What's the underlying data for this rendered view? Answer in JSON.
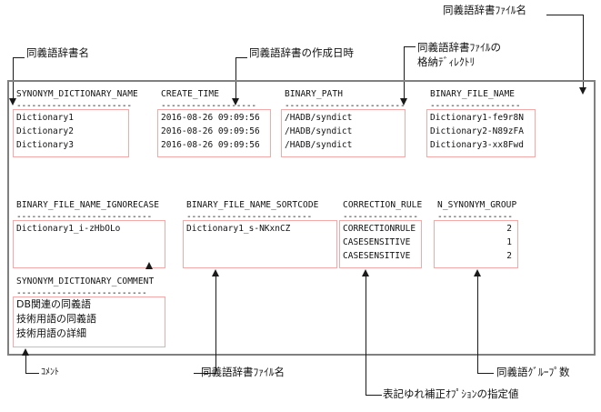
{
  "figure": {
    "kind": "annotated-console-output",
    "frame_border_color": "#808080",
    "highlight_box_color": "#f4a8a8",
    "leader_color": "#1a1a1a"
  },
  "result_set": {
    "block1": {
      "columns": [
        {
          "name": "SYNONYM_DICTIONARY_NAME",
          "underline": "-----------------------",
          "align": "left",
          "values": [
            "Dictionary1",
            "Dictionary2",
            "Dictionary3"
          ]
        },
        {
          "name": "CREATE_TIME",
          "underline": "-------------------",
          "align": "left",
          "values": [
            "2016-08-26 09:09:56",
            "2016-08-26 09:09:56",
            "2016-08-26 09:09:56"
          ]
        },
        {
          "name": "BINARY_PATH",
          "underline": "------------------------",
          "align": "left",
          "values": [
            "/HADB/syndict",
            "/HADB/syndict",
            "/HADB/syndict"
          ]
        },
        {
          "name": "BINARY_FILE_NAME",
          "underline": "------------------",
          "align": "left",
          "values": [
            "Dictionary1-fe9r8N",
            "Dictionary2-N89zFA",
            "Dictionary3-xx8Fwd"
          ]
        }
      ]
    },
    "block2": {
      "columns": [
        {
          "name": "BINARY_FILE_NAME_IGNORECASE",
          "underline": "---------------------------",
          "align": "left",
          "values": [
            "Dictionary1_i-zHbOLo",
            "",
            ""
          ]
        },
        {
          "name": "BINARY_FILE_NAME_SORTCODE",
          "underline": "-------------------------",
          "align": "left",
          "values": [
            "Dictionary1_s-NKxnCZ",
            "",
            ""
          ]
        },
        {
          "name": "CORRECTION_RULE",
          "underline": "---------------",
          "align": "left",
          "values": [
            "CORRECTIONRULE",
            "CASESENSITIVE",
            "CASESENSITIVE"
          ]
        },
        {
          "name": "N_SYNONYM_GROUP",
          "underline": "---------------",
          "align": "right",
          "values": [
            "2",
            "1",
            "2"
          ]
        }
      ]
    },
    "block3": {
      "columns": [
        {
          "name": "SYNONYM_DICTIONARY_COMMENT",
          "underline": "--------------------------",
          "align": "left",
          "values": [
            "DB関連の同義語",
            "技術用語の同義語",
            "技術用語の詳細"
          ]
        }
      ]
    }
  },
  "callouts": {
    "top_dictionary_file_name": "同義語辞書ﾌｧｲﾙ名",
    "dictionary_name": "同義語辞書名",
    "create_datetime": "同義語辞書の作成日時",
    "binary_dir_line1": "同義語辞書ﾌｧｲﾙの",
    "binary_dir_line2": "格納ﾃﾞｨﾚｸﾄﾘ",
    "comment": "ｺﾒﾝﾄ",
    "dictionary_file_name_bottom": "同義語辞書ﾌｧｲﾙ名",
    "correction_option_value": "表記ゆれ補正ｵﾌﾟｼｮﾝの指定値",
    "synonym_group_count": "同義語ｸﾞﾙｰﾌﾟ数"
  }
}
